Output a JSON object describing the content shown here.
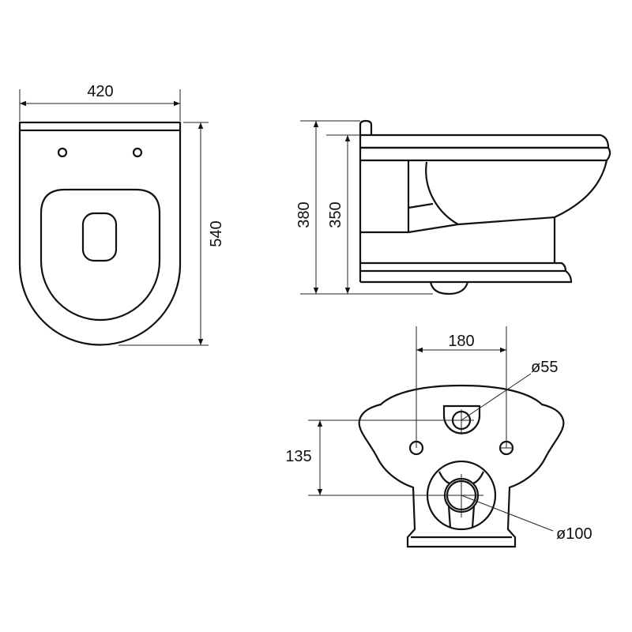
{
  "top_view": {
    "width_label": "420",
    "length_label": "540"
  },
  "side_view": {
    "total_height_label": "380",
    "bowl_height_label": "350"
  },
  "rear_view": {
    "fixing_spacing_label": "180",
    "inlet_diameter_label": "ø55",
    "outlet_height_label": "135",
    "outlet_diameter_label": "ø100"
  },
  "colors": {
    "line": "#111111",
    "background": "#ffffff"
  }
}
